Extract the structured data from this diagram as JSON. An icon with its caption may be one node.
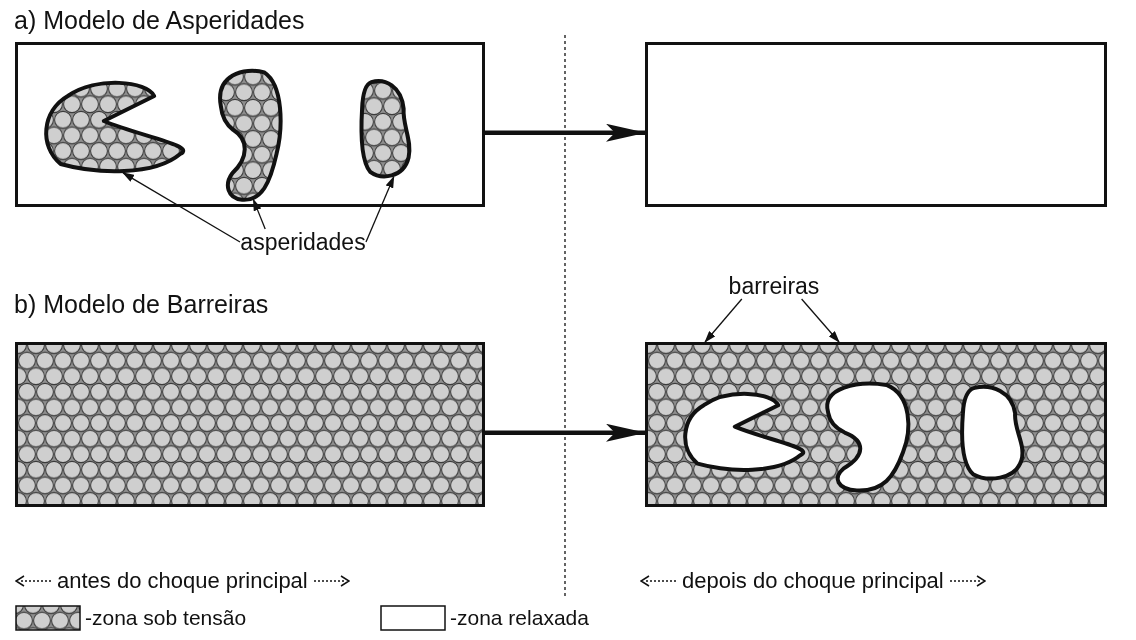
{
  "diagram": {
    "nodes": [
      {
        "text": [],
        "shape": "box"
      },
      {
        "text": [],
        "shape": "blob",
        "in": 0
      },
      {
        "text": [],
        "shape": "blob",
        "in": 0
      },
      {
        "text": [],
        "shape": "blob",
        "in": 0
      },
      {
        "text": [
          "asperidades"
        ]
      },
      {
        "text": [],
        "shape": "box"
      },
      {
        "text": [],
        "shape": "box"
      },
      {
        "text": [],
        "shape": "box"
      },
      {
        "text": [],
        "shape": "blob",
        "in": 7
      },
      {
        "text": [],
        "shape": "blob",
        "in": 7
      },
      {
        "text": [],
        "shape": "blob",
        "in": 7
      },
      {
        "text": [
          "barreiras"
        ]
      }
    ],
    "edges": [
      {
        "from": 4,
        "to": 1,
        "arrow": "to"
      },
      {
        "from": 4,
        "to": 2,
        "arrow": "to"
      },
      {
        "from": 4,
        "to": 3,
        "arrow": "to"
      },
      {
        "from": 0,
        "to": 5,
        "arrow": "to",
        "style": "thick"
      },
      {
        "from": 6,
        "to": 7,
        "arrow": "to",
        "style": "thick"
      },
      {
        "from": 11,
        "to": 7,
        "arrow": "to"
      },
      {
        "from": 11,
        "to": 7,
        "arrow": "to"
      }
    ],
    "labels": [
      "a) Modelo de Asperidades",
      "b) Modelo de Barreiras",
      "antes do choque principal",
      "depois do choque principal"
    ],
    "legend": [
      {
        "text": "-zona sob tensão"
      },
      {
        "text": "-zona relaxada"
      }
    ]
  }
}
